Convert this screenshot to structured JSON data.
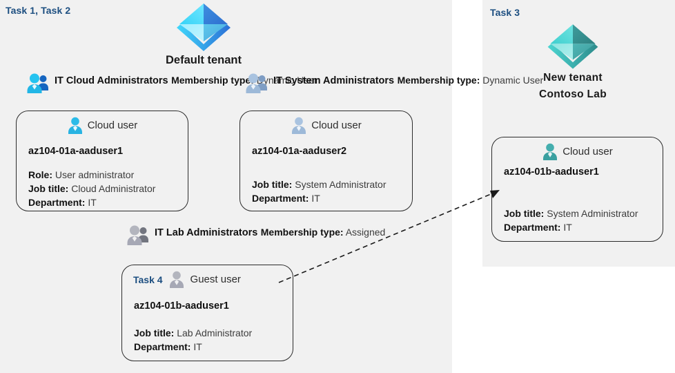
{
  "colors": {
    "panel_background": "#F1F1F1",
    "page_background": "#FFFFFF",
    "task_label": "#1C4E80",
    "card_border": "#2B2B2B",
    "tenant_default_icon": "#2FC8F5",
    "tenant_new_icon": "#35B8B8",
    "group_cloud_icon": "#18B4E9",
    "group_system_icon": "#9DB9D8",
    "group_lab_icon": "#A6A8B5",
    "user_cloud_icon": "#2BBBE8",
    "user_system_icon": "#9DB9D8",
    "user_guest_icon": "#A6A8B5",
    "user_newtenant_icon": "#3AA8A8",
    "connector": "#1A1A1A"
  },
  "left_panel": {
    "task_label": "Task 1, Task 2",
    "tenant": {
      "icon": "azure-tenant-pyramid-icon",
      "title": "Default tenant"
    },
    "groups": [
      {
        "id": "cloud",
        "icon": "group-users-icon",
        "name": "IT Cloud Administrators",
        "meta_label": "Membership type:",
        "meta_value": "Dynamic User"
      },
      {
        "id": "system",
        "icon": "group-users-icon",
        "name": "IT System Administrators",
        "meta_label": "Membership type:",
        "meta_value": "Dynamic User"
      },
      {
        "id": "lab",
        "icon": "group-users-icon",
        "name": "IT Lab Administrators",
        "meta_label": "Membership type:",
        "meta_value": "Assigned"
      }
    ],
    "cards": [
      {
        "id": "u1",
        "task": "",
        "head_icon": "user-icon",
        "head_label": "Cloud user",
        "user_name": "az104-01a-aaduser1",
        "attrs": [
          {
            "label": "Role:",
            "value": "User administrator"
          },
          {
            "label": "Job title:",
            "value": "Cloud Administrator"
          },
          {
            "label": "Department:",
            "value": "IT"
          }
        ]
      },
      {
        "id": "u2",
        "task": "",
        "head_icon": "user-icon",
        "head_label": "Cloud user",
        "user_name": "az104-01a-aaduser2",
        "attrs": [
          {
            "label": "Job title:",
            "value": "System Administrator"
          },
          {
            "label": "Department:",
            "value": "IT"
          }
        ]
      },
      {
        "id": "u3",
        "task": "Task 4",
        "head_icon": "user-icon",
        "head_label": "Guest user",
        "user_name": "az104-01b-aaduser1",
        "attrs": [
          {
            "label": "Job title:",
            "value": "Lab Administrator"
          },
          {
            "label": "Department:",
            "value": "IT"
          }
        ]
      }
    ]
  },
  "right_panel": {
    "task_label": "Task 3",
    "tenant": {
      "icon": "azure-tenant-pyramid-icon",
      "title_line1": "New  tenant",
      "title_line2": "Contoso Lab"
    },
    "card": {
      "id": "u4",
      "head_icon": "user-icon",
      "head_label": "Cloud user",
      "user_name": "az104-01b-aaduser1",
      "attrs": [
        {
          "label": "Job title:",
          "value": "System Administrator"
        },
        {
          "label": "Department:",
          "value": "IT"
        }
      ]
    }
  },
  "connector": {
    "name": "guest-to-new-tenant-arrow",
    "style": "dashed-arrow",
    "from": "az104-01b-aaduser1 (guest user card)",
    "to": "az104-01b-aaduser1 (new tenant cloud user card)"
  }
}
